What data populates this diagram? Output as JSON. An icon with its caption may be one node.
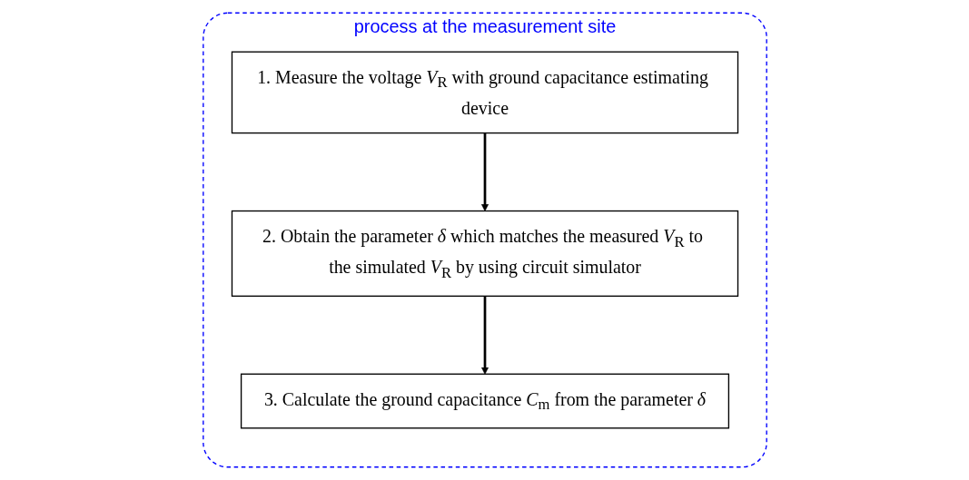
{
  "diagram": {
    "nodes": [
      {
        "text": [
          "process at the measurement site"
        ]
      },
      {
        "text": [
          "1. Measure the voltage *V*$_{R}$ with ground capacitance estimating device"
        ],
        "in": 0
      },
      {
        "text": [
          "2. Obtain the parameter *δ* which matches the measured *V*$_{R}$ to the simulated *V*$_{R}$ by using circuit simulator"
        ],
        "in": 0
      },
      {
        "text": [
          "3. Calculate the ground capacitance *C*$_{m}$ from the parameter *δ*"
        ],
        "in": 0
      }
    ],
    "edges": [
      {
        "from": 1,
        "to": 2,
        "arrow": "to"
      },
      {
        "from": 2,
        "to": 3,
        "arrow": "to"
      }
    ]
  }
}
